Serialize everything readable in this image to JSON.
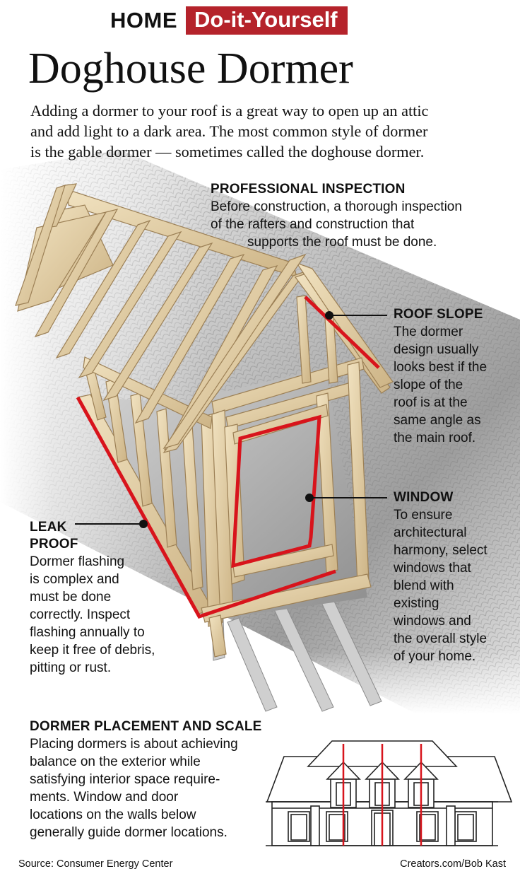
{
  "header": {
    "brand_home": "HOME",
    "brand_section": "Do-it-Yourself",
    "title": "Doghouse Dormer",
    "intro_lines": [
      "Adding a dormer to your roof is a great way to open up an attic",
      "and add light to a dark area. The most common style of dormer",
      "is the gable dormer — sometimes called the doghouse dormer."
    ]
  },
  "callouts": {
    "inspection": {
      "heading": "PROFESSIONAL INSPECTION",
      "lines": [
        "Before construction, a thorough inspection",
        "of the rafters and construction that",
        "supports the roof must be done."
      ]
    },
    "roof_slope": {
      "heading": "ROOF SLOPE",
      "lines": [
        "The dormer",
        "design usually",
        "looks best if the",
        "slope of the",
        "roof is at the",
        "same angle as",
        "the main roof."
      ]
    },
    "window": {
      "heading": "WINDOW",
      "lines": [
        "To ensure",
        "architectural",
        "harmony, select",
        "windows that",
        "blend with",
        "existing",
        "windows and",
        "the overall style",
        "of your home."
      ]
    },
    "leak_proof": {
      "heading_lines": [
        "LEAK",
        "PROOF"
      ],
      "lines": [
        "Dormer flashing",
        "is complex and",
        "must be done",
        "correctly. Inspect",
        "flashing annually to",
        "keep it free of debris,",
        "pitting or rust."
      ]
    },
    "placement": {
      "heading": "DORMER PLACEMENT AND SCALE",
      "lines": [
        "Placing dormers is about achieving",
        "balance on the exterior while",
        "satisfying interior space require-",
        "ments. Window and door",
        "locations on the walls below",
        "generally guide dormer locations."
      ]
    }
  },
  "footer": {
    "source": "Source: Consumer Energy Center",
    "credit": "Creators.com/Bob Kast"
  },
  "colors": {
    "accent_red": "#b5232b",
    "callout_red": "#d8141c",
    "wood": "#e3cfa6",
    "wood_edge": "#9c8056",
    "shingle": "#a9a9a9"
  }
}
